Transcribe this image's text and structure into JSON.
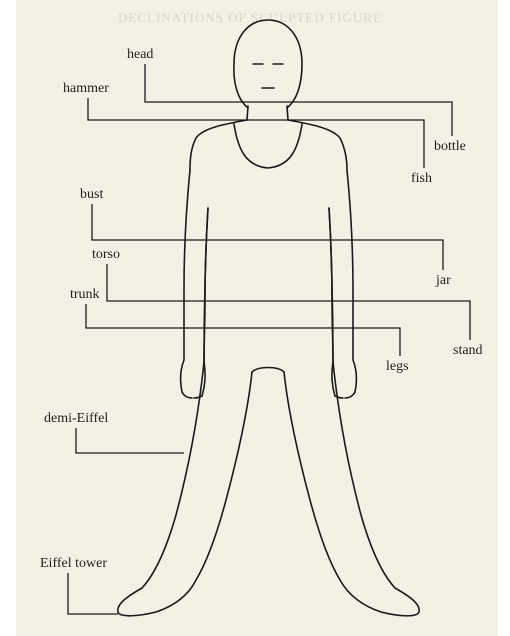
{
  "figure": {
    "header_text": "DECLINATIONS OF SCULPTED FIGURE",
    "labels": {
      "head": "head",
      "hammer": "hammer",
      "bottle": "bottle",
      "fish": "fish",
      "bust": "bust",
      "jar": "jar",
      "torso": "torso",
      "trunk": "trunk",
      "stand": "stand",
      "legs": "legs",
      "demi_eiffel": "demi-Eiffel",
      "eiffel_tower": "Eiffel tower"
    }
  }
}
